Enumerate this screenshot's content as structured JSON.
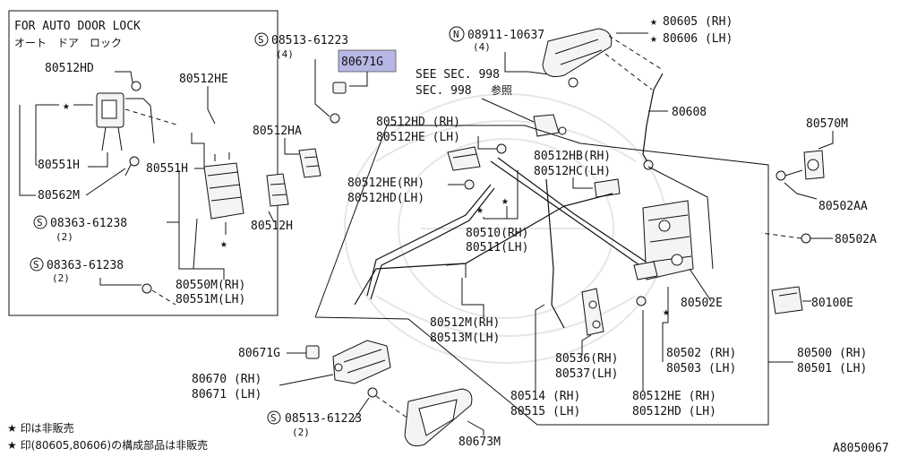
{
  "inset": {
    "title": "FOR AUTO DOOR LOCK",
    "title_jp": "オート　ドア　ロック"
  },
  "labels": {
    "p80512HD_inset": "80512HD",
    "p80512HE_inset": "80512HE",
    "p80551H_a": "80551H",
    "p80551H_b": "80551H",
    "p80562M": "80562M",
    "screw_08363_1": "08363-61238",
    "screw_08363_1_qty": "(2)",
    "screw_08363_2": "08363-61238",
    "screw_08363_2_qty": "(2)",
    "p80550M": "80550M(RH)",
    "p80551M": "80551M(LH)",
    "screw_08513_top": "08513-61223",
    "screw_08513_top_qty": "(4)",
    "p80671G_top": "80671G",
    "p80512HA": "80512HA",
    "p80512H": "80512H",
    "nut_08911": "08911-10637",
    "nut_08911_qty": "(4)",
    "see_sec": "SEE SEC. 998",
    "sec_ref": "SEC. 998",
    "sec_ref_jp": "参照",
    "p80605": "80605 (RH)",
    "p80606": "80606 (LH)",
    "p80608": "80608",
    "p80570M": "80570M",
    "p80502AA": "80502AA",
    "p80502A": "80502A",
    "p80512HD_rh": "80512HD (RH)",
    "p80512HE_lh": "80512HE (LH)",
    "p80512HB_rh": "80512HB(RH)",
    "p80512HC_lh": "80512HC(LH)",
    "p80512HE_rh": "80512HE(RH)",
    "p80512HD_lh": "80512HD(LH)",
    "p80510": "80510(RH)",
    "p80511": "80511(LH)",
    "p80502E": "80502E",
    "p80100E": "80100E",
    "p80512M": "80512M(RH)",
    "p80513M": "80513M(LH)",
    "p80536": "80536(RH)",
    "p80537": "80537(LH)",
    "p80502": "80502 (RH)",
    "p80503": "80503 (LH)",
    "p80500": "80500 (RH)",
    "p80501": "80501 (LH)",
    "p80671G_bot": "80671G",
    "p80670": "80670 (RH)",
    "p80671": "80671 (LH)",
    "p80514": "80514 (RH)",
    "p80515": "80515 (LH)",
    "p80512HE_rh2": "80512HE (RH)",
    "p80512HD_lh2": "80512HD (LH)",
    "screw_08513_bot": "08513-61223",
    "screw_08513_bot_qty": "(2)",
    "p80673M": "80673M"
  },
  "symbols": {
    "S": "S",
    "N": "N",
    "star": "★"
  },
  "footnotes": {
    "note1": "★ 印は非販売",
    "note2": "★ 印(80605,80606)の構成部品は非販売"
  },
  "diagram_id": "A8050067",
  "colors": {
    "highlight": "#b7b7e6",
    "line": "#111111"
  }
}
